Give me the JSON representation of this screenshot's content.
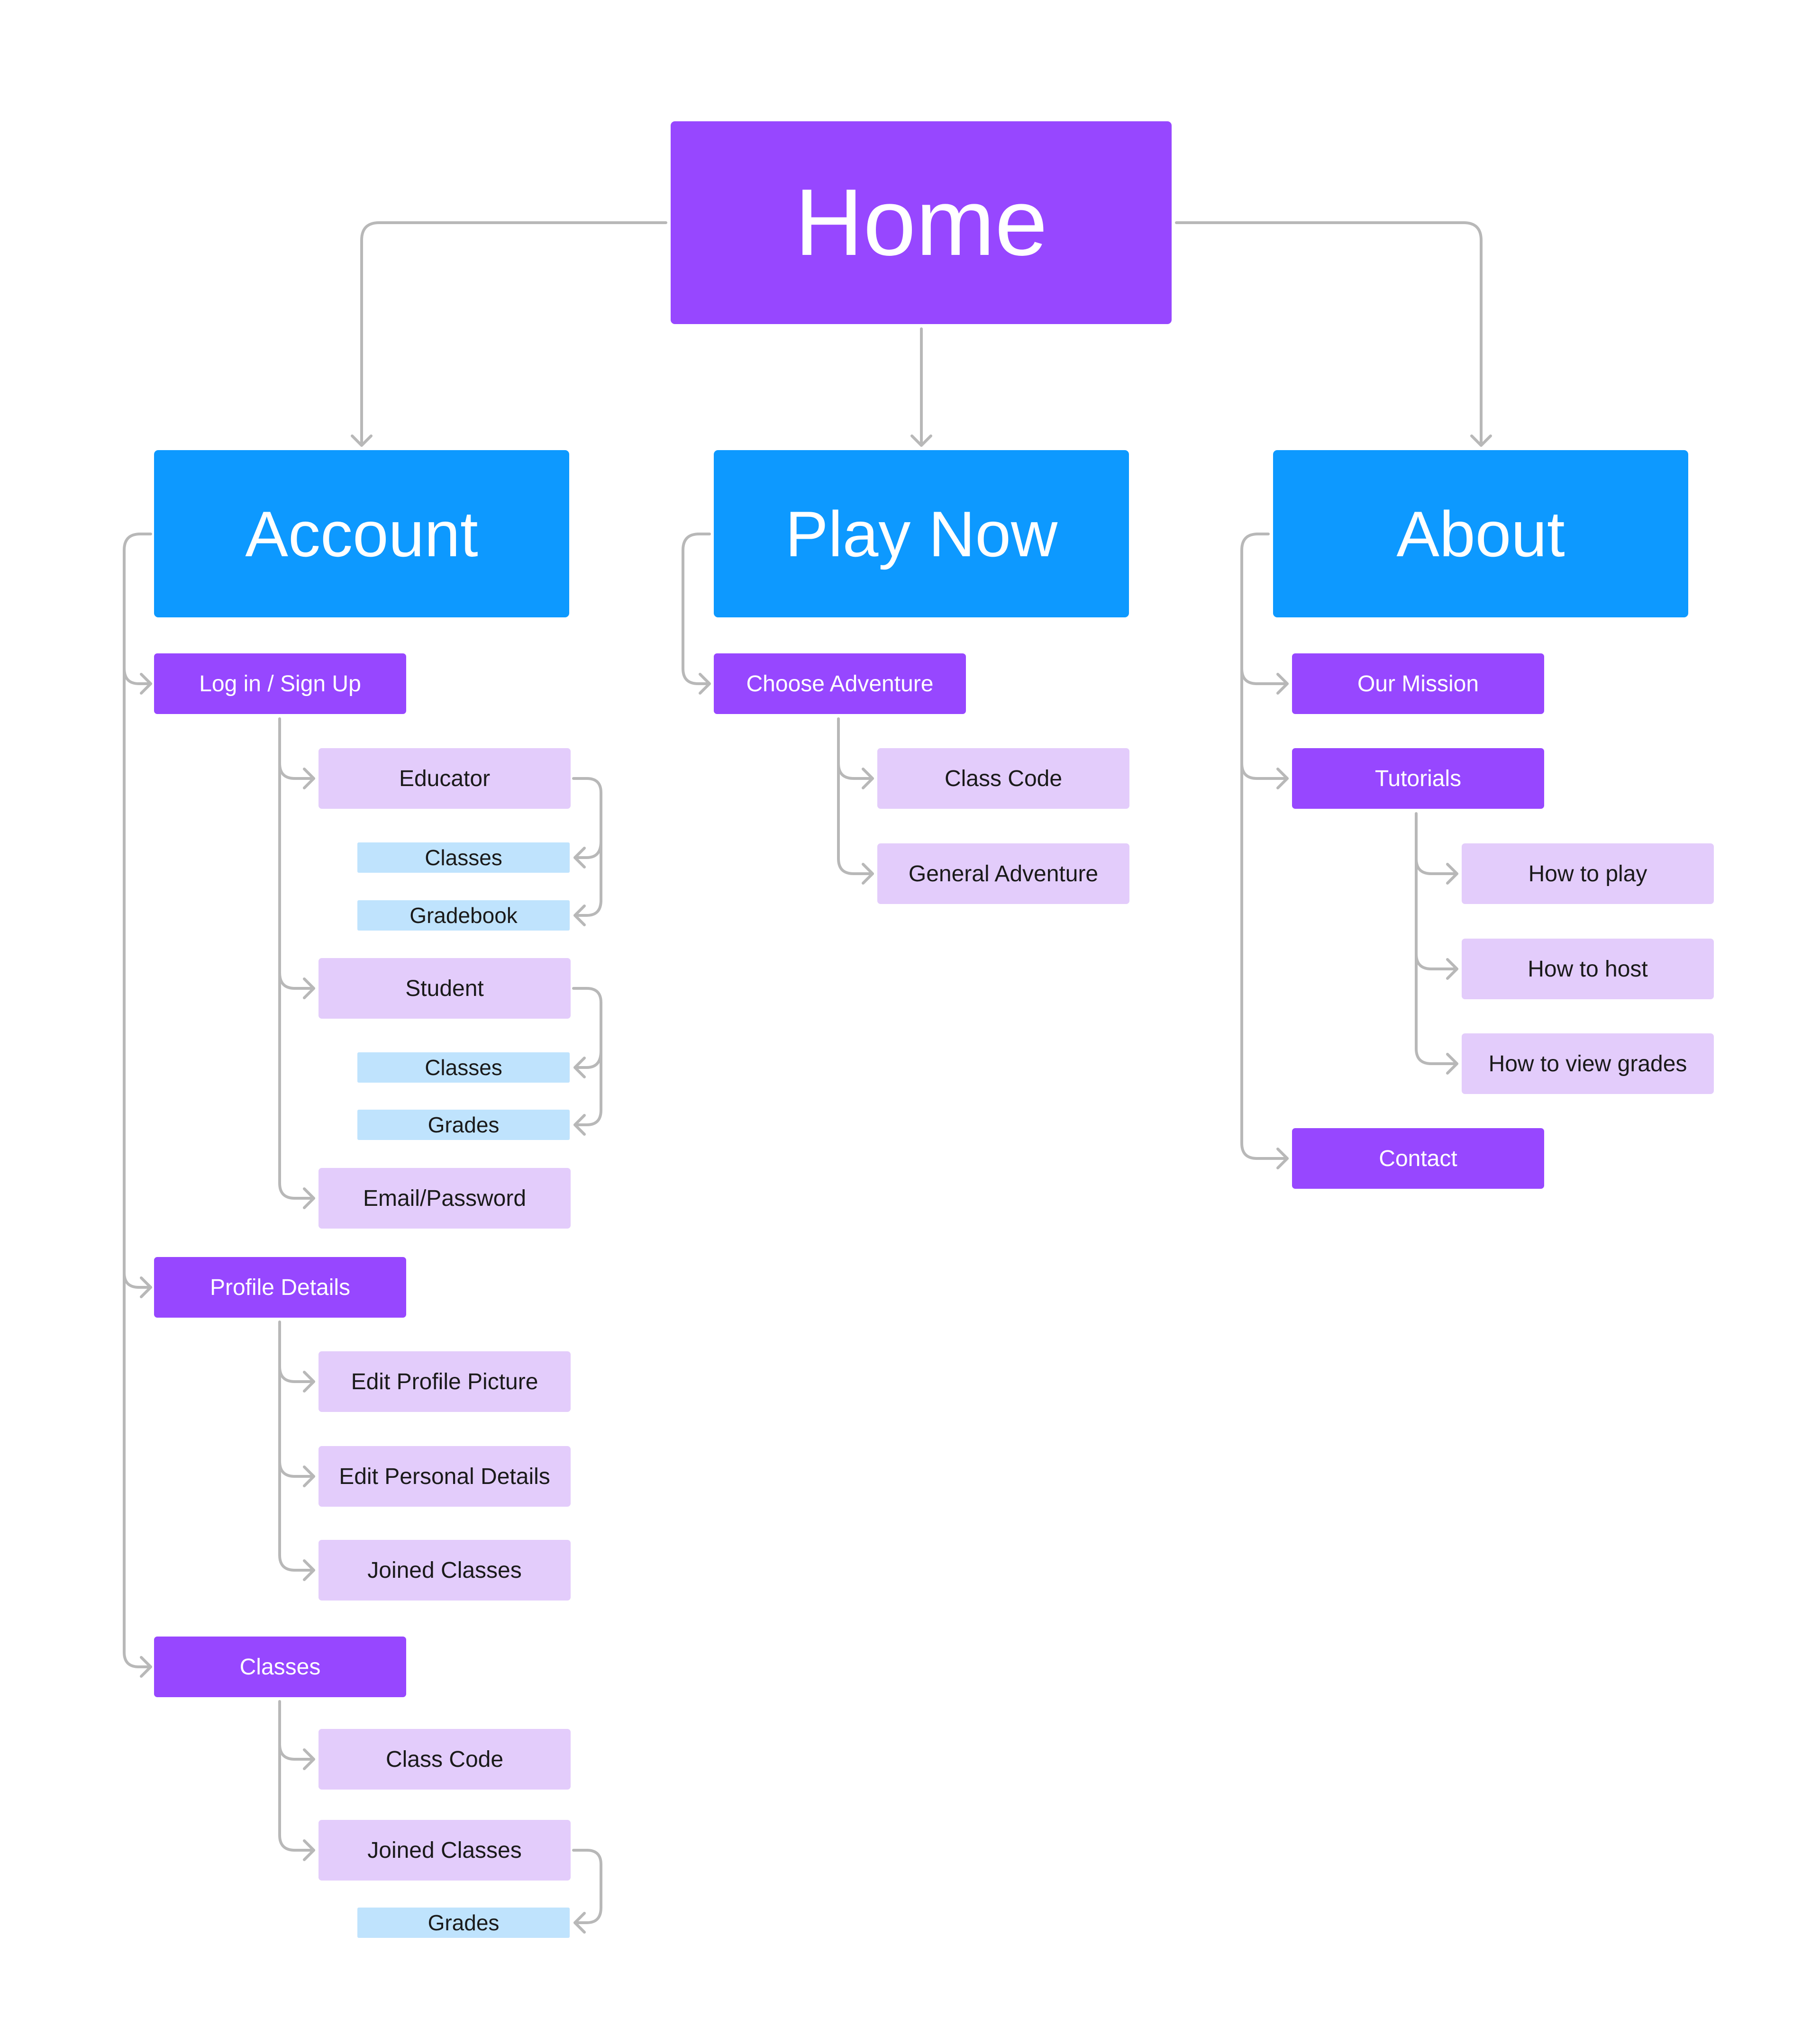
{
  "home": {
    "label": "Home"
  },
  "sections": {
    "account": "Account",
    "play_now": "Play Now",
    "about": "About"
  },
  "account": {
    "login_signup": "Log in / Sign Up",
    "educator": "Educator",
    "educator_classes": "Classes",
    "educator_gradebook": "Gradebook",
    "student": "Student",
    "student_classes": "Classes",
    "student_grades": "Grades",
    "email_password": "Email/Password",
    "profile_details": "Profile Details",
    "edit_profile_picture": "Edit Profile Picture",
    "edit_personal_details": "Edit Personal Details",
    "profile_joined_classes": "Joined Classes",
    "classes": "Classes",
    "class_code": "Class Code",
    "classes_joined_classes": "Joined Classes",
    "classes_grades": "Grades"
  },
  "play_now": {
    "choose_adventure": "Choose Adventure",
    "class_code": "Class Code",
    "general_adventure": "General Adventure"
  },
  "about": {
    "our_mission": "Our Mission",
    "tutorials": "Tutorials",
    "how_to_play": "How to play",
    "how_to_host": "How to host",
    "how_to_view_grades": "How to view grades",
    "contact": "Contact"
  },
  "colors": {
    "primary_purple": "#9747FF",
    "section_blue": "#0D99FF",
    "light_purple": "#E3CCFB",
    "light_blue": "#BFE3FD",
    "connector_gray": "#B8B8B8"
  }
}
